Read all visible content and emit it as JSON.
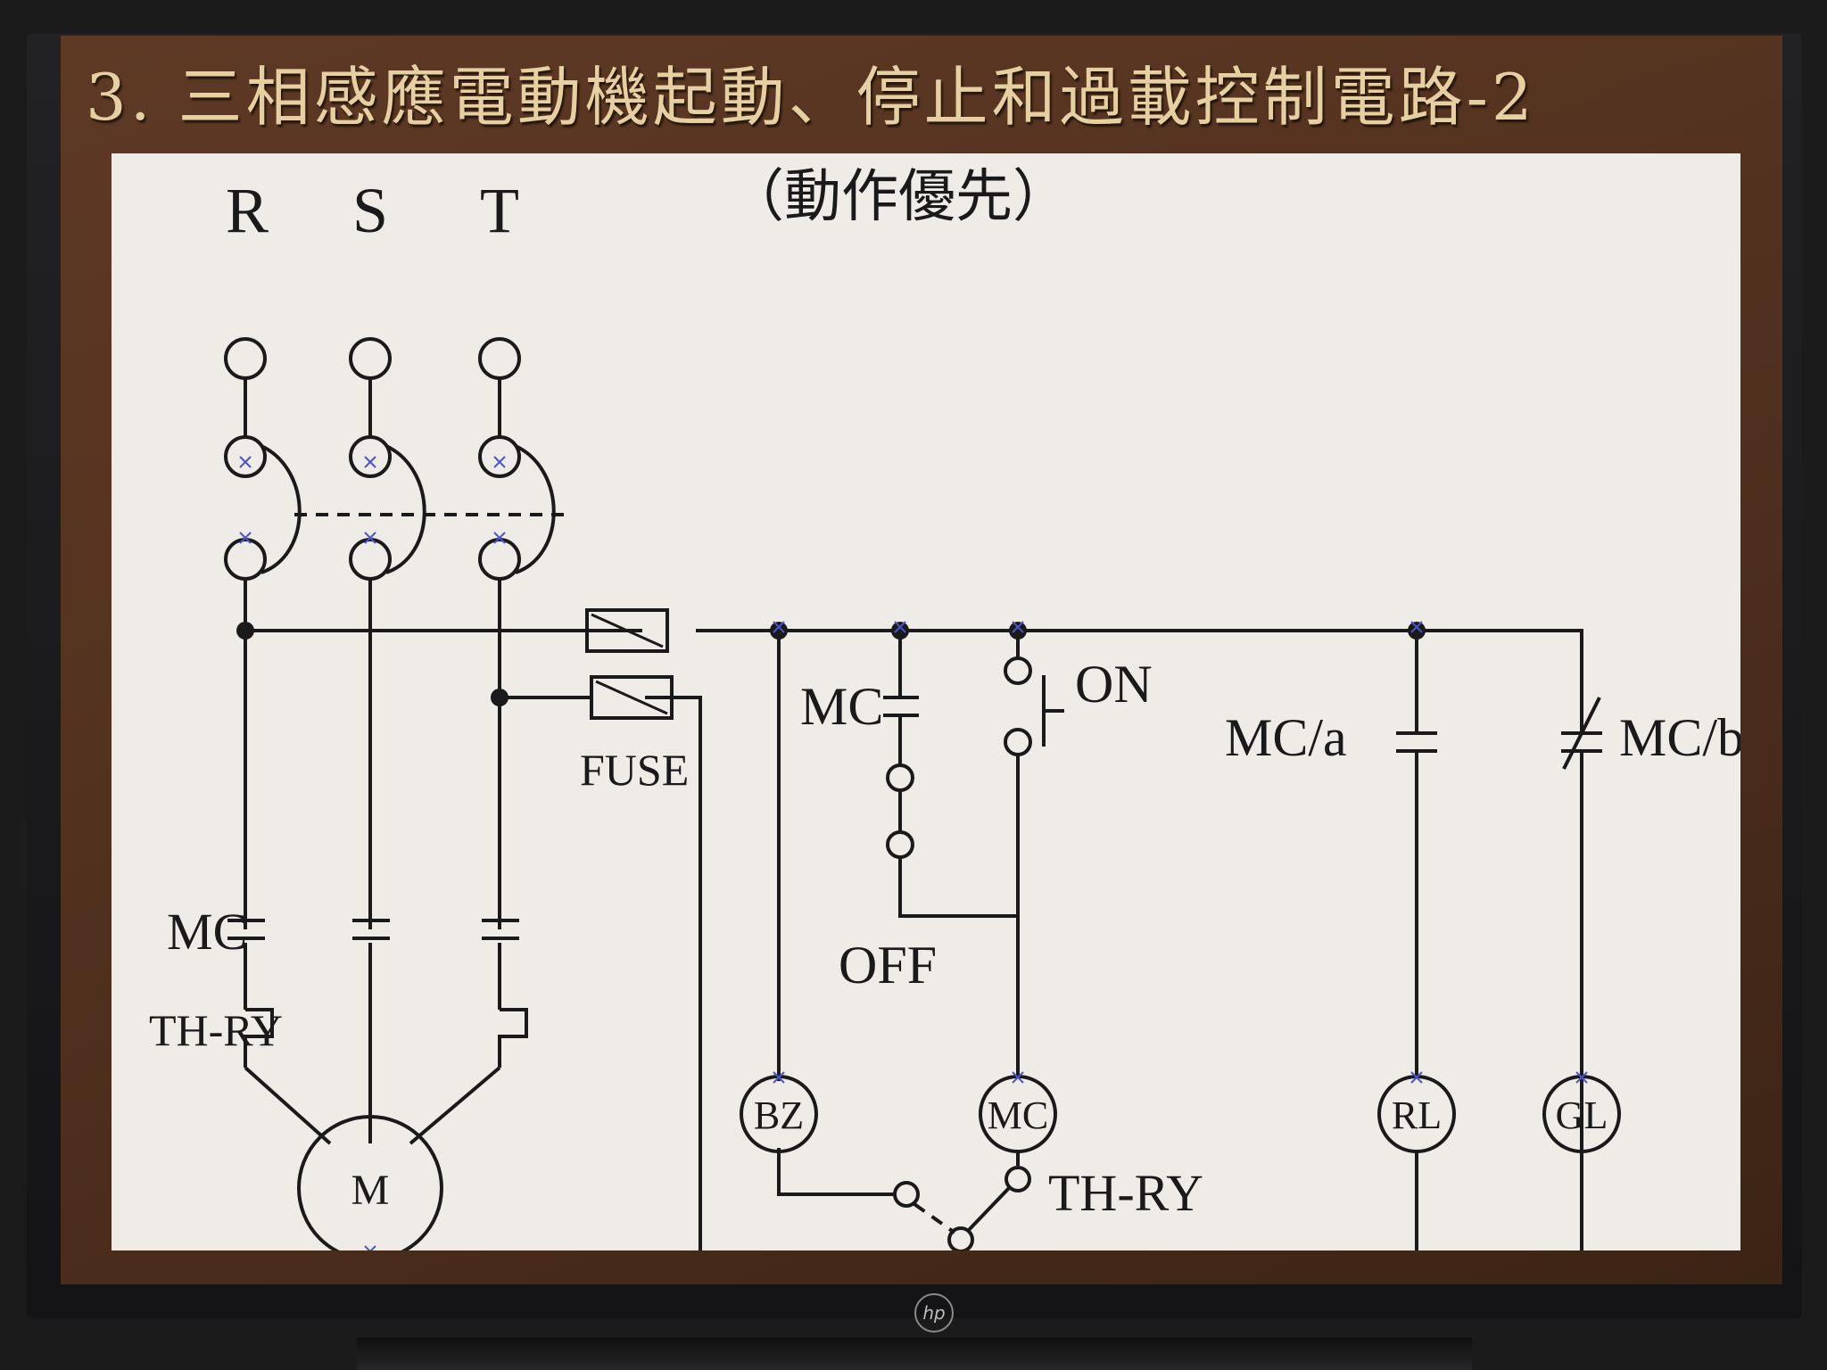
{
  "slide": {
    "title": "3. 三相感應電動機起動、停止和過載控制電路-2",
    "subtitle": "（動作優先）"
  },
  "diagram": {
    "phases": [
      "R",
      "S",
      "T"
    ],
    "labels": {
      "mc_main": "MC",
      "th_ry_main": "TH-RY",
      "motor": "M",
      "fuse": "FUSE",
      "mc_hold": "MC",
      "off": "OFF",
      "on": "ON",
      "mc_a": "MC/a",
      "mc_b": "MC/b",
      "bz": "BZ",
      "mc_coil": "MC",
      "rl": "RL",
      "gl": "GL",
      "th_ry_aux": "TH-RY"
    }
  },
  "monitor": {
    "logo": "hp"
  },
  "colors": {
    "slide_background": "#4d2e1c",
    "title_text": "#e6cfa0",
    "panel_background": "#efebe6",
    "wire": "#1a1a1a",
    "snap_marker": "#4a54c8"
  }
}
